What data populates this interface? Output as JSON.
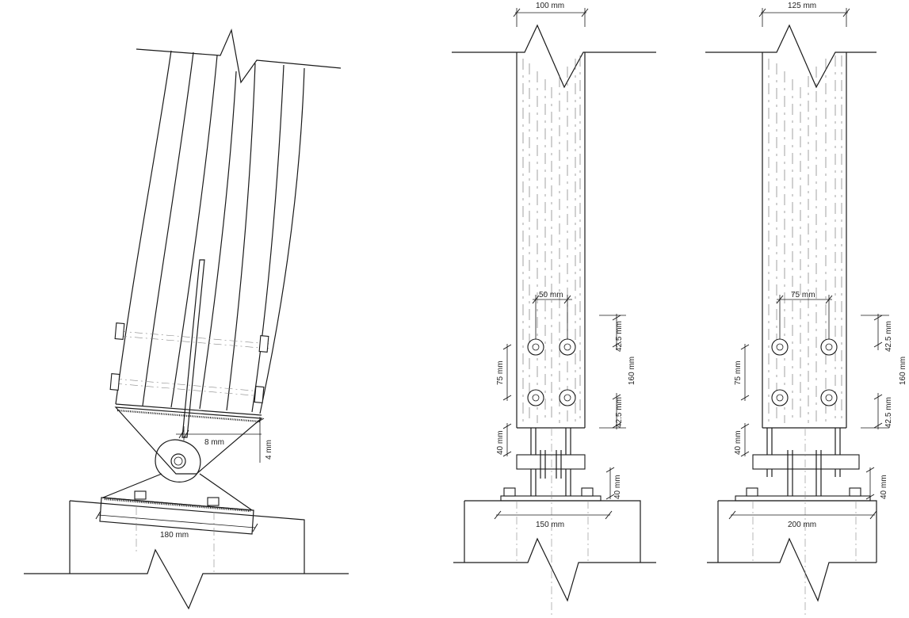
{
  "labels": {
    "curved_width_8": "8 mm",
    "curved_gap_4": "4 mm",
    "curved_base_180": "180 mm",
    "mid_top_width": "100 mm",
    "mid_bolt_spacing_h": "50 mm",
    "mid_edge_top": "42.5 mm",
    "mid_edge_bottom": "42.5 mm",
    "mid_bolt_spacing_v": "75 mm",
    "mid_plate_height": "160 mm",
    "mid_gap_40": "40 mm",
    "mid_base_40": "40 mm",
    "mid_base_150": "150 mm",
    "right_top_width": "125 mm",
    "right_bolt_spacing_h": "75 mm",
    "right_edge_top": "42.5 mm",
    "right_edge_bottom": "42.5 mm",
    "right_bolt_spacing_v": "75 mm",
    "right_plate_height": "160 mm",
    "right_gap_40": "40 mm",
    "right_base_40": "40 mm",
    "right_base_200": "200 mm"
  }
}
